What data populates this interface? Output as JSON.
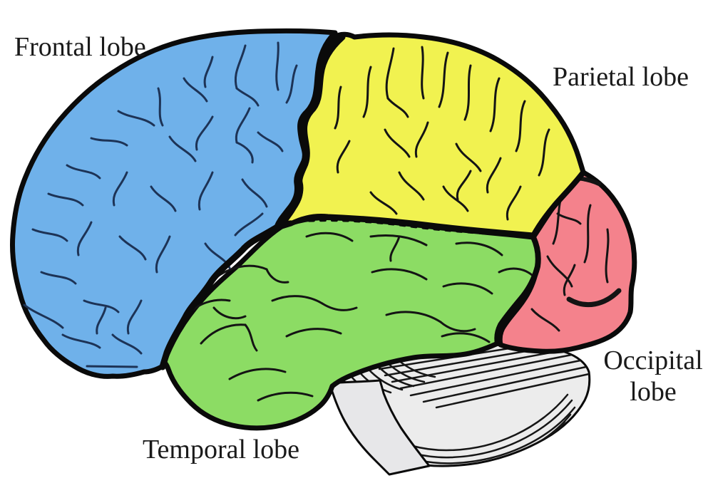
{
  "diagram": {
    "labels": {
      "frontal": "Frontal lobe",
      "parietal": "Parietal lobe",
      "occipital": "Occipital lobe",
      "temporal": "Temporal lobe"
    },
    "colors": {
      "frontal": "#6fb1ea",
      "parietal": "#f1f250",
      "temporal": "#8cdc64",
      "occipital": "#f4828c",
      "cerebellum": "#ececec",
      "brainstem": "#e7e7e9",
      "outline": "#0a0a0a",
      "sulci": "#141414",
      "sulci_frontal": "#1d3356",
      "stripes": "#161616",
      "text": "#1a1a1a",
      "background": "#ffffff"
    }
  }
}
